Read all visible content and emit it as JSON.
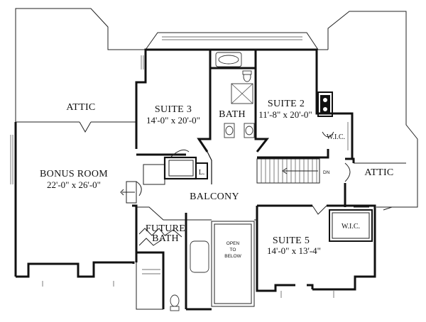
{
  "rooms": {
    "attic_left": "ATTIC",
    "suite3_name": "SUITE 3",
    "suite3_dim": "14'-0\" x 20'-0\"",
    "bath": "BATH",
    "suite2_name": "SUITE 2",
    "suite2_dim": "11'-8\" x 20'-0\"",
    "wic_upper": "W.I.C.",
    "bonus_name": "BONUS ROOM",
    "bonus_dim": "22'-0\" x 26'-0\"",
    "linen": "L.",
    "dn": "DN",
    "attic_right": "ATTIC",
    "balcony": "BALCONY",
    "future_line1": "FUTURE",
    "future_line2": "BATH",
    "open_line1": "OPEN",
    "open_line2": "TO",
    "open_line3": "BELOW",
    "wic_lower": "W.I.C.",
    "suite5_name": "SUITE 5",
    "suite5_dim": "14'-0\" x 13'-4\""
  }
}
